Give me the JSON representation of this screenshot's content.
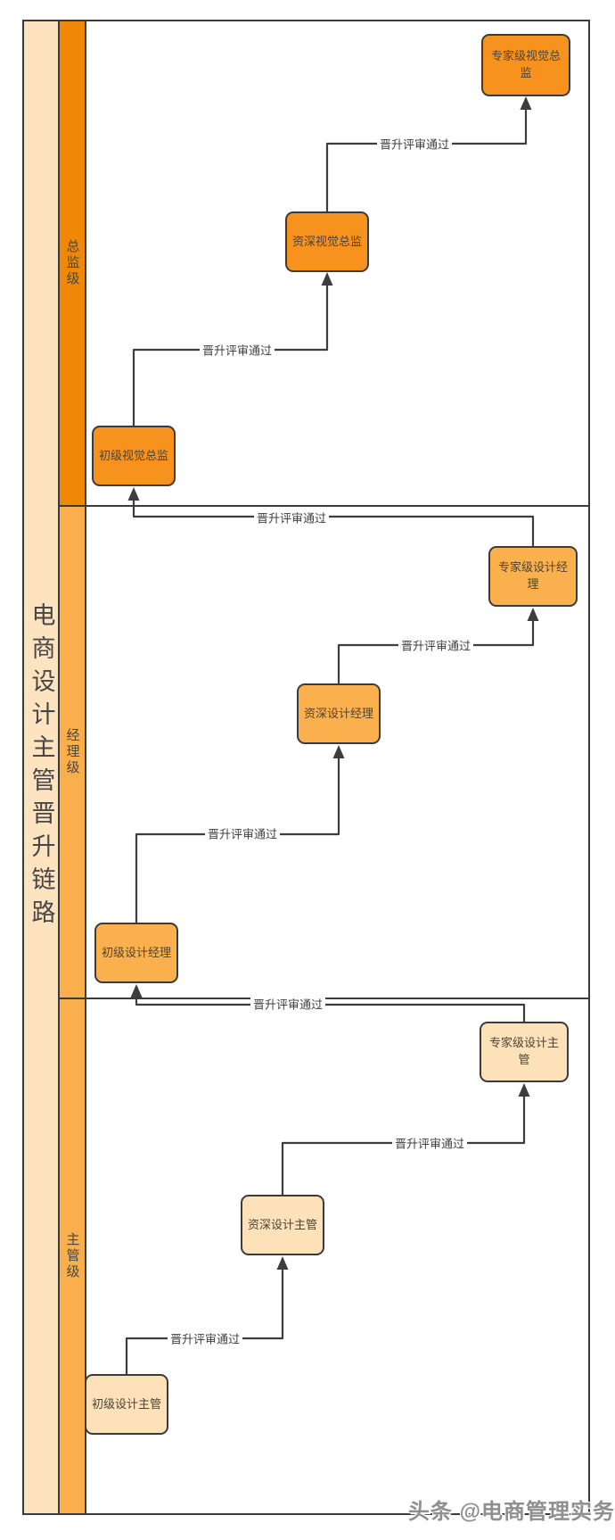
{
  "title": "电商设计主管晋升链路",
  "watermark": "头条 @电商管理实务",
  "colors": {
    "frame_border": "#3a3a3a",
    "title_column_bg": "#FDE3BF",
    "lane_director_bg": "#F08705",
    "lane_manager_bg": "#FAAE4C",
    "lane_supervisor_bg": "#FAAE4C",
    "node_director_bg": "#F7921E",
    "node_manager_bg": "#FBB04E",
    "node_supervisor_bg": "#FCE1B9",
    "connector": "#3d3d3d"
  },
  "lanes": [
    {
      "label": "总监级"
    },
    {
      "label": "经理级"
    },
    {
      "label": "主管级"
    }
  ],
  "nodes": [
    {
      "label": "初级视觉总监",
      "lane": "总监级"
    },
    {
      "label": "资深视觉总监",
      "lane": "总监级"
    },
    {
      "label": "专家级视觉总监",
      "lane": "总监级"
    },
    {
      "label": "初级设计经理",
      "lane": "经理级"
    },
    {
      "label": "资深设计经理",
      "lane": "经理级"
    },
    {
      "label": "专家级设计经理",
      "lane": "经理级"
    },
    {
      "label": "初级设计主管",
      "lane": "主管级"
    },
    {
      "label": "资深设计主管",
      "lane": "主管级"
    },
    {
      "label": "专家级设计主管",
      "lane": "主管级"
    }
  ],
  "edges": [
    {
      "from": "初级视觉总监",
      "to": "资深视觉总监",
      "label": "晋升评审通过"
    },
    {
      "from": "资深视觉总监",
      "to": "专家级视觉总监",
      "label": "晋升评审通过"
    },
    {
      "from": "专家级设计经理",
      "to": "初级视觉总监",
      "label": "晋升评审通过"
    },
    {
      "from": "初级设计经理",
      "to": "资深设计经理",
      "label": "晋升评审通过"
    },
    {
      "from": "资深设计经理",
      "to": "专家级设计经理",
      "label": "晋升评审通过"
    },
    {
      "from": "专家级设计主管",
      "to": "初级设计经理",
      "label": "晋升评审通过"
    },
    {
      "from": "初级设计主管",
      "to": "资深设计主管",
      "label": "晋升评审通过"
    },
    {
      "from": "资深设计主管",
      "to": "专家级设计主管",
      "label": "晋升评审通过"
    }
  ]
}
